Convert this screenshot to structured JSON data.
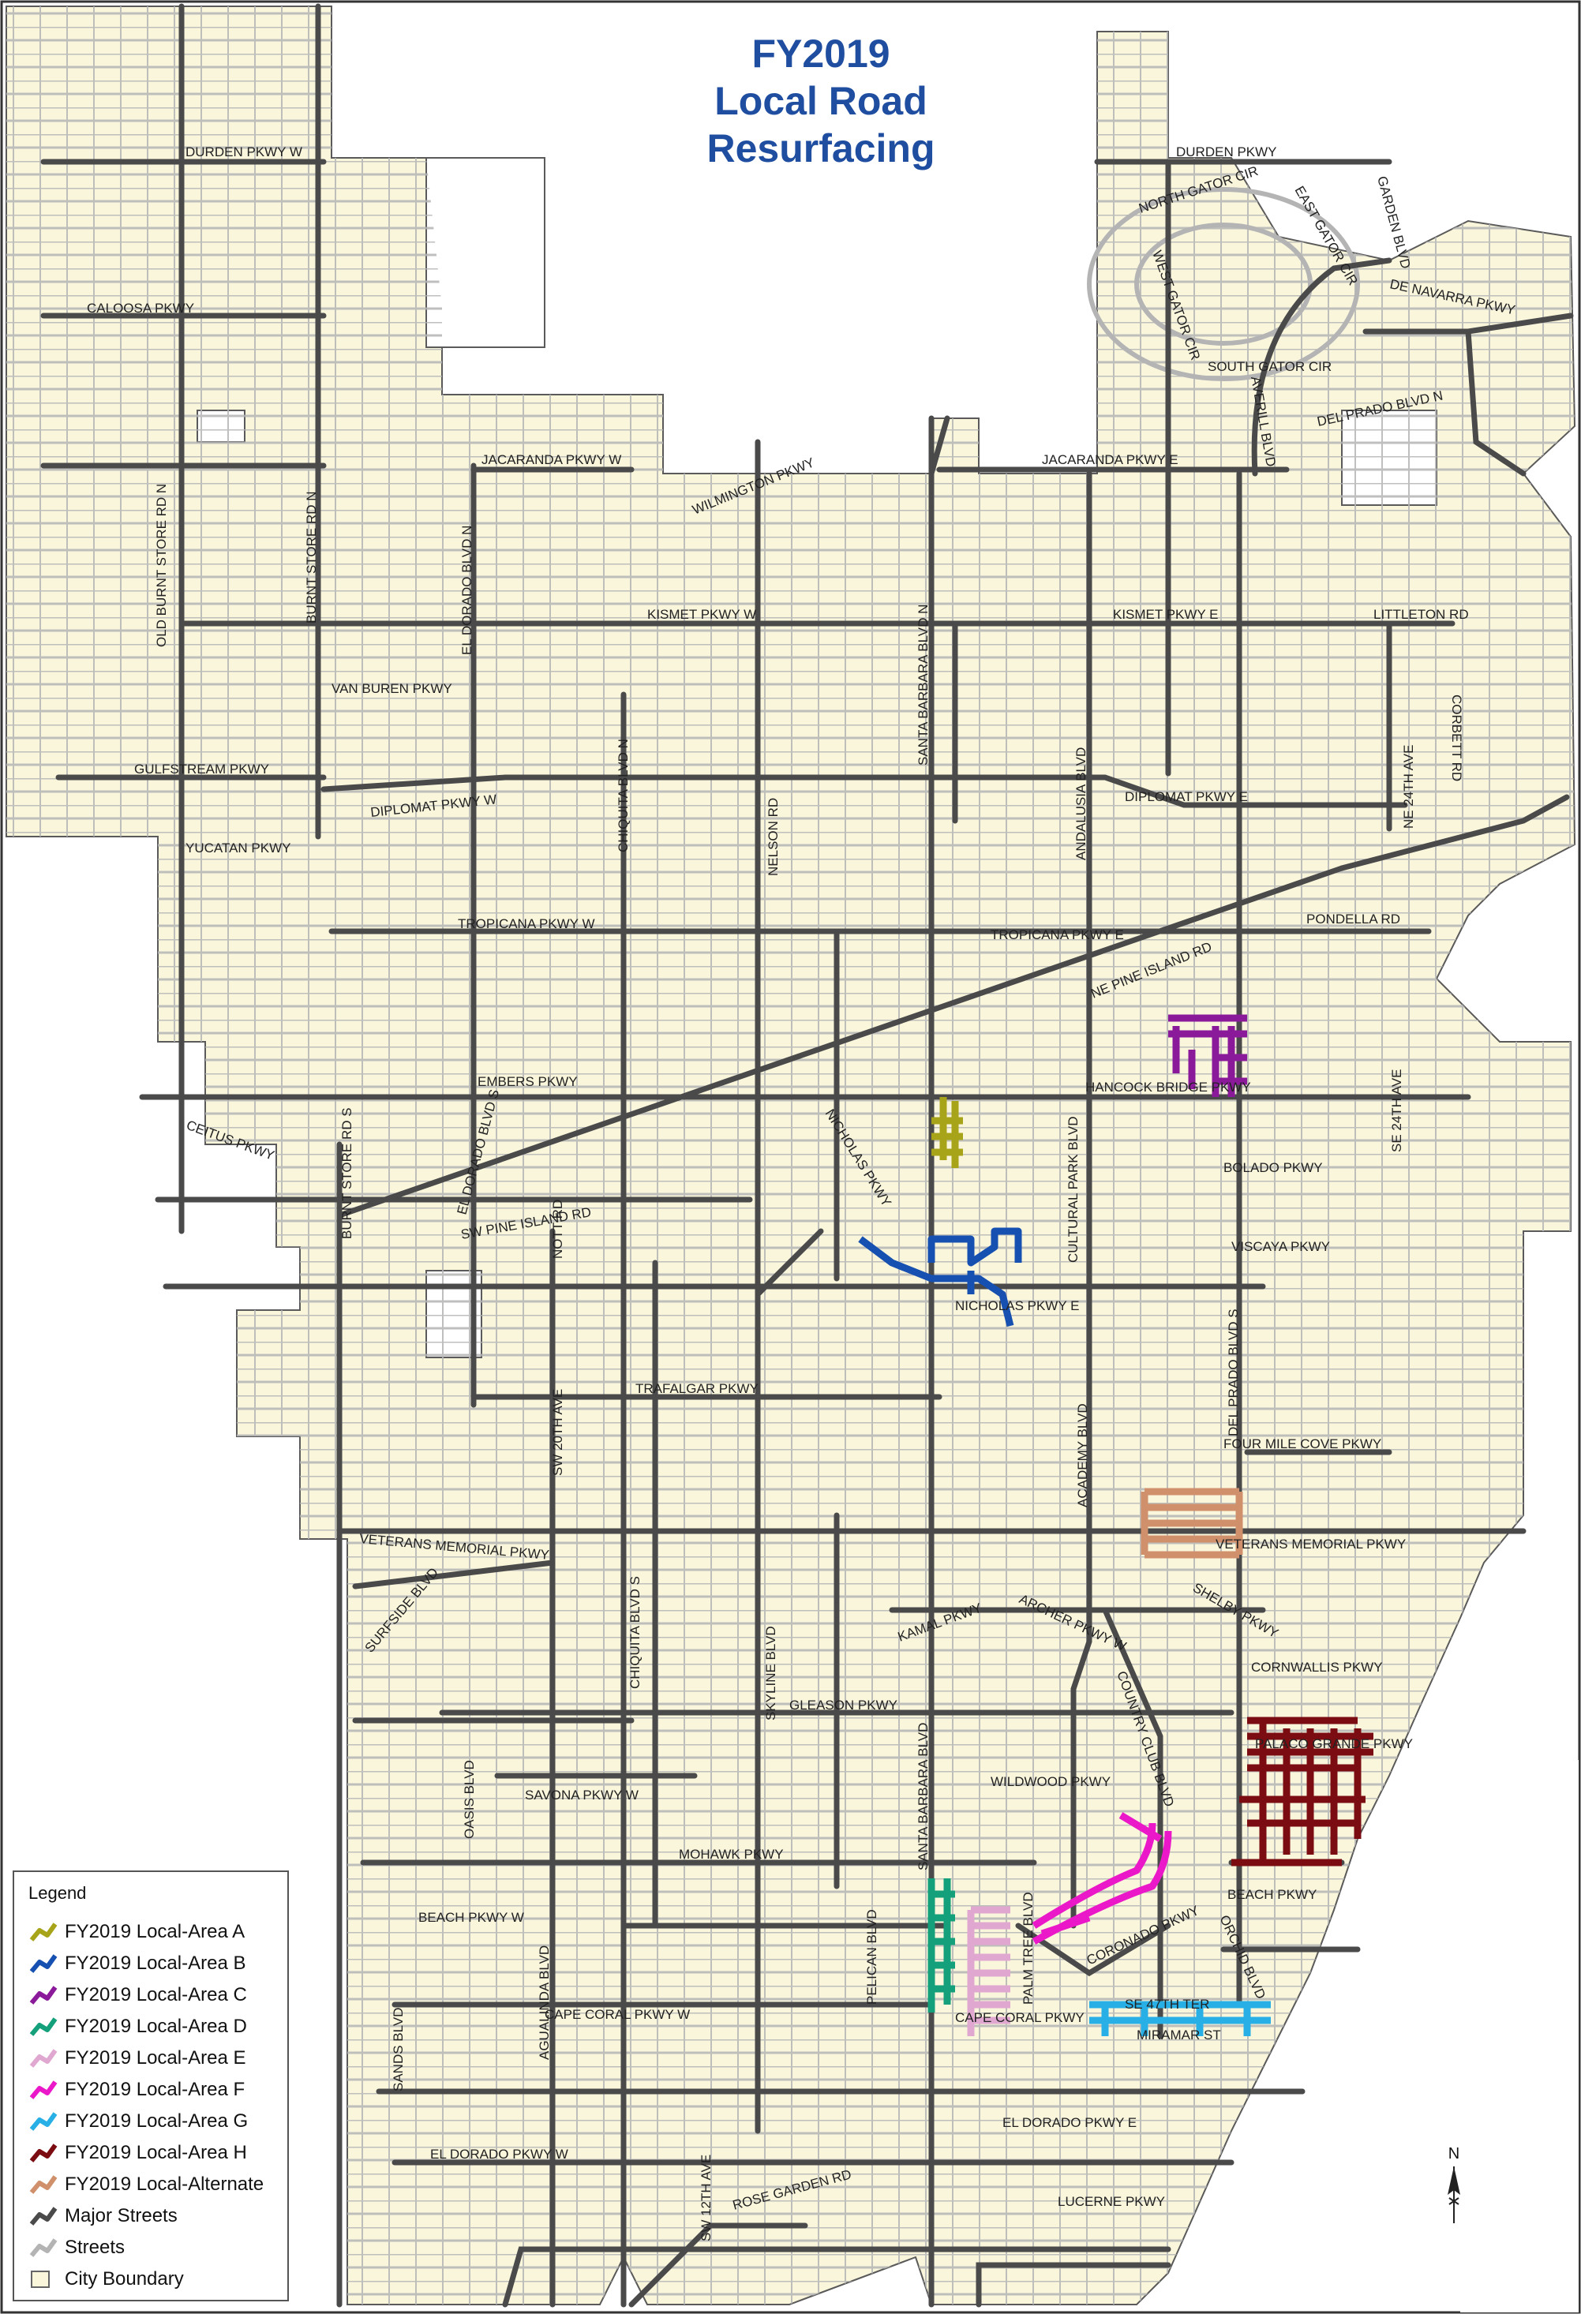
{
  "title": {
    "line1": "FY2019",
    "line2": "Local Road",
    "line3": "Resurfacing"
  },
  "colors": {
    "land": "#faf6dc",
    "street": "#b4b4b4",
    "major": "#4a4a4a",
    "areaA": "#a8a41a",
    "areaB": "#1650b0",
    "areaC": "#8a1a9a",
    "areaD": "#14a07a",
    "areaE": "#e0a8d0",
    "areaF": "#ea18c8",
    "areaG": "#28b0e6",
    "areaH": "#7a0c12",
    "alt": "#d0906c"
  },
  "street_labels": {
    "durden_w": "DURDEN PKWY W",
    "caloosa": "CALOOSA PKWY",
    "durden": "DURDEN PKWY",
    "north_gator": "NORTH GATOR CIR",
    "east_gator": "EAST GATOR CIR",
    "garden": "GARDEN BLVD",
    "west_gator": "WEST GATOR CIR",
    "south_gator": "SOUTH GATOR CIR",
    "de_navarra": "DE NAVARRA PKWY",
    "del_prado_n": "DEL PRADO BLVD N",
    "averill": "AVERILL BLVD",
    "jacaranda_w": "JACARANDA PKWY W",
    "wilmington": "WILMINGTON PKWY",
    "jacaranda_e": "JACARANDA PKWY E",
    "old_burnt": "OLD BURNT STORE RD N",
    "burnt_n": "BURNT STORE RD N",
    "el_dorado_n": "EL DORADO BLVD N",
    "kismet_w": "KISMET PKWY W",
    "kismet_e": "KISMET PKWY E",
    "littleton": "LITTLETON RD",
    "corbett": "CORBETT RD",
    "van_buren": "VAN BUREN PKWY",
    "chiquita_n": "CHIQUITA BLVD N",
    "santa_barbara_n": "SANTA BARBARA BLVD N",
    "andalusia": "ANDALUSIA BLVD",
    "ne24": "NE 24TH AVE",
    "gulfstream": "GULFSTREAM PKWY",
    "nelson": "NELSON RD",
    "diplomat_w": "DIPLOMAT PKWY W",
    "diplomat_e": "DIPLOMAT PKWY E",
    "yucatan": "YUCATAN PKWY",
    "tropicana_w": "TROPICANA PKWY W",
    "tropicana_e": "TROPICANA PKWY E",
    "pondella": "PONDELLA RD",
    "ne_pine": "NE PINE ISLAND RD",
    "embers": "EMBERS PKWY",
    "hancock": "HANCOCK BRIDGE PKWY",
    "se24": "SE 24TH AVE",
    "ceitus": "CEITUS PKWY",
    "burnt_s": "BURNT STORE RD S",
    "el_dorado_s": "EL DORADO BLVD S",
    "nicholas": "NICHOLAS PKWY",
    "cultural": "CULTURAL PARK BLVD",
    "bolado": "BOLADO PKWY",
    "sw_pine": "SW PINE ISLAND RD",
    "nott": "NOTT RD",
    "viscaya": "VISCAYA PKWY",
    "nicholas_e": "NICHOLAS PKWY E",
    "del_prado_s": "DEL PRADO BLVD S",
    "trafalgar": "TRAFALGAR PKWY",
    "sw20": "SW 20TH AVE",
    "academy": "ACADEMY BLVD",
    "four_mile": "FOUR MILE COVE PKWY",
    "veterans_w": "VETERANS MEMORIAL PKWY",
    "veterans_e": "VETERANS MEMORIAL PKWY",
    "surfside": "SURFSIDE BLVD",
    "chiquita_s": "CHIQUITA BLVD S",
    "skyline": "SKYLINE BLVD",
    "kamal": "KAMAL PKWY",
    "archer": "ARCHER PKWY W",
    "shelby": "SHELBY PKWY",
    "cornwallis": "CORNWALLIS PKWY",
    "gleason": "GLEASON PKWY",
    "santa_barbara": "SANTA BARBARA BLVD",
    "country_club": "COUNTRY CLUB BLVD",
    "palaco": "PALACO GRANDE PKWY",
    "wildwood": "WILDWOOD PKWY",
    "savona": "SAVONA PKWY W",
    "oasis": "OASIS BLVD",
    "mohawk": "MOHAWK PKWY",
    "beach_w": "BEACH PKWY W",
    "agualinda": "AGUALINDA BLVD",
    "pelican": "PELICAN BLVD",
    "palm_tree": "PALM TREE BLVD",
    "coronado": "CORONADO PKWY",
    "beach": "BEACH PKWY",
    "orchid": "ORCHID BLVD",
    "sands": "SANDS BLVD",
    "cape_coral_w": "CAPE CORAL PKWY W",
    "cape_coral": "CAPE CORAL PKWY",
    "se47": "SE 47TH TER",
    "miramar": "MIRAMAR ST",
    "el_dorado_e": "EL DORADO PKWY E",
    "el_dorado_w": "EL DORADO PKWY W",
    "sw12": "SW 12TH AVE",
    "rose_garden": "ROSE GARDEN RD",
    "lucerne": "LUCERNE PKWY"
  },
  "legend": {
    "title": "Legend",
    "items": [
      {
        "label": "FY2019 Local-Area A",
        "color": "#a8a41a",
        "icon": "line-swatch"
      },
      {
        "label": "FY2019 Local-Area B",
        "color": "#1650b0",
        "icon": "line-swatch"
      },
      {
        "label": "FY2019 Local-Area C",
        "color": "#8a1a9a",
        "icon": "line-swatch"
      },
      {
        "label": "FY2019 Local-Area D",
        "color": "#14a07a",
        "icon": "line-swatch"
      },
      {
        "label": "FY2019 Local-Area E",
        "color": "#e0a8d0",
        "icon": "line-swatch"
      },
      {
        "label": "FY2019 Local-Area F",
        "color": "#ea18c8",
        "icon": "line-swatch"
      },
      {
        "label": "FY2019 Local-Area G",
        "color": "#28b0e6",
        "icon": "line-swatch"
      },
      {
        "label": "FY2019 Local-Area H",
        "color": "#7a0c12",
        "icon": "line-swatch"
      },
      {
        "label": "FY2019 Local-Alternate",
        "color": "#d0906c",
        "icon": "line-swatch"
      },
      {
        "label": "Major Streets",
        "color": "#4a4a4a",
        "icon": "line-swatch"
      },
      {
        "label": "Streets",
        "color": "#b4b4b4",
        "icon": "line-swatch"
      },
      {
        "label": "City Boundary",
        "color": "#faf6dc",
        "icon": "box-swatch"
      }
    ]
  },
  "north_arrow": {
    "label": "N"
  }
}
